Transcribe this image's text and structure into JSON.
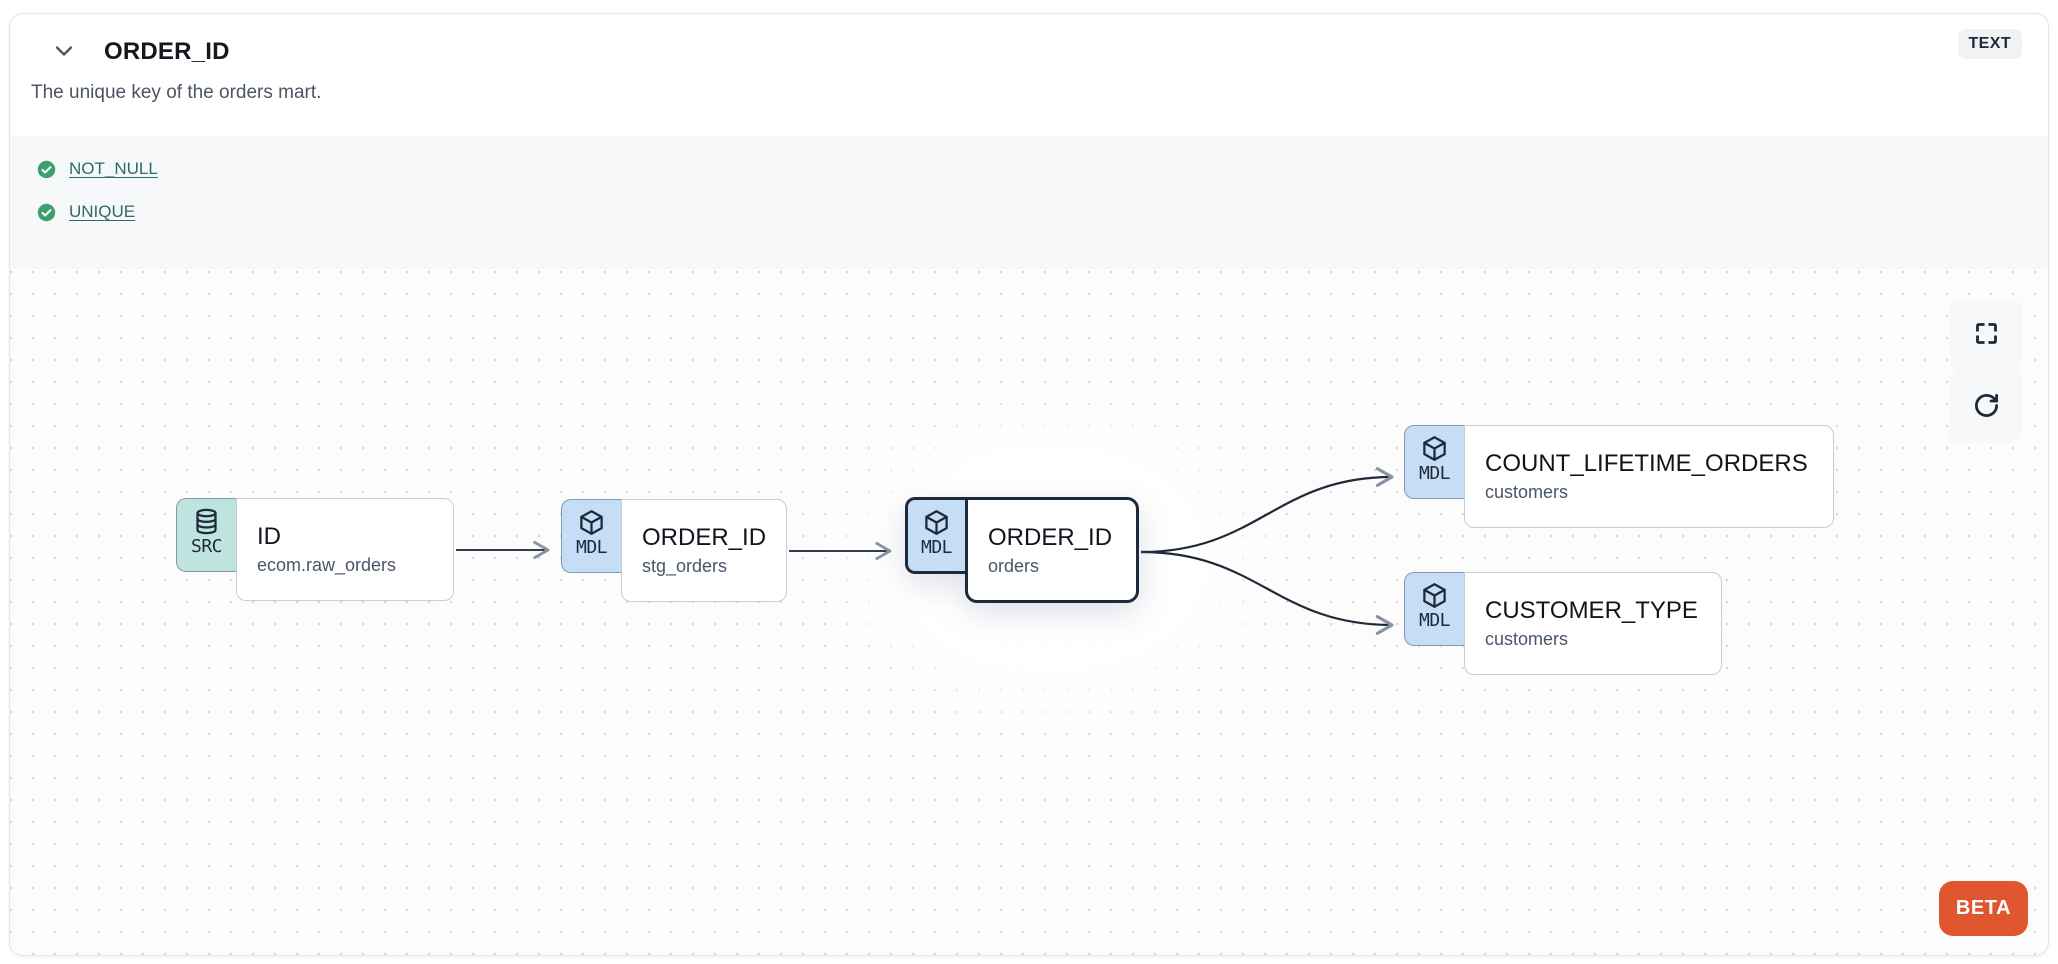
{
  "header": {
    "title": "ORDER_ID",
    "type_badge": "TEXT",
    "description": "The unique key of the orders mart."
  },
  "tests": [
    {
      "label": "NOT_NULL",
      "status": "pass"
    },
    {
      "label": "UNIQUE",
      "status": "pass"
    }
  ],
  "lineage": {
    "beta_label": "BETA",
    "controls": [
      {
        "name": "fullscreen"
      },
      {
        "name": "refresh"
      }
    ],
    "nodes": [
      {
        "badge": "SRC",
        "icon": "database",
        "title": "ID",
        "subtitle": "ecom.raw_orders",
        "selected": false
      },
      {
        "badge": "MDL",
        "icon": "cube",
        "title": "ORDER_ID",
        "subtitle": "stg_orders",
        "selected": false
      },
      {
        "badge": "MDL",
        "icon": "cube",
        "title": "ORDER_ID",
        "subtitle": "orders",
        "selected": true
      },
      {
        "badge": "MDL",
        "icon": "cube",
        "title": "COUNT_LIFETIME_ORDERS",
        "subtitle": "customers",
        "selected": false
      },
      {
        "badge": "MDL",
        "icon": "cube",
        "title": "CUSTOMER_TYPE",
        "subtitle": "customers",
        "selected": false
      }
    ],
    "edges": [
      {
        "from": "ID (ecom.raw_orders)",
        "to": "ORDER_ID (stg_orders)"
      },
      {
        "from": "ORDER_ID (stg_orders)",
        "to": "ORDER_ID (orders)"
      },
      {
        "from": "ORDER_ID (orders)",
        "to": "COUNT_LIFETIME_ORDERS (customers)"
      },
      {
        "from": "ORDER_ID (orders)",
        "to": "CUSTOMER_TYPE (customers)"
      }
    ]
  },
  "colors": {
    "src_badge_bg": "#bfe4df",
    "mdl_badge_bg": "#c5def6",
    "selected_border": "#1e293b",
    "test_pass_green": "#3d9f6e",
    "link_teal": "#2d6b66",
    "beta_orange": "#e0572f",
    "tests_section_bg": "#f7f8fa"
  }
}
